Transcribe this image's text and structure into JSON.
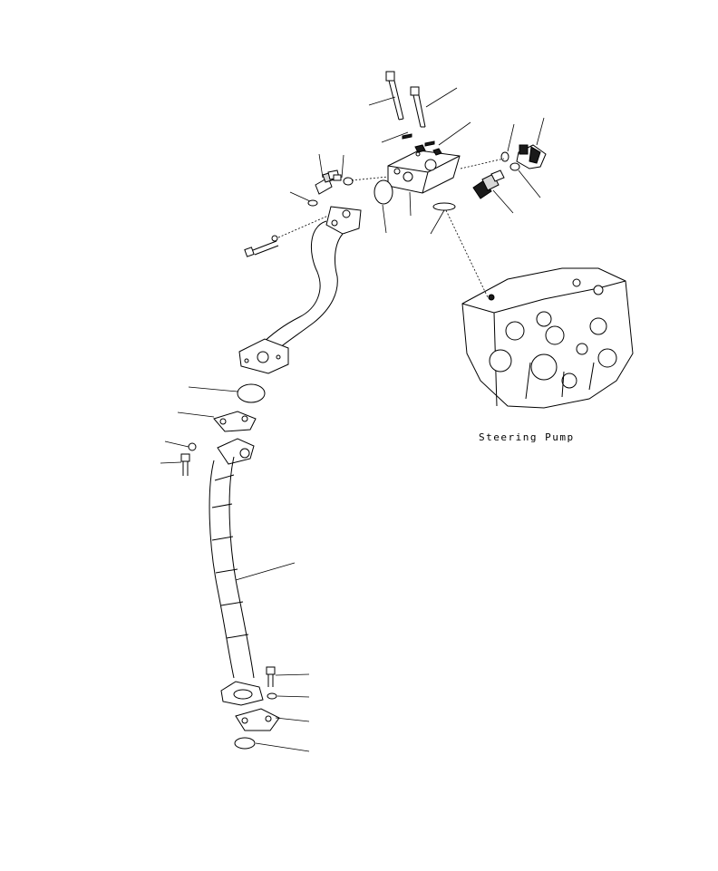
{
  "diagram": {
    "caption": "Steering Pump",
    "parts": [
      "long-bolt",
      "long-bolt",
      "washer",
      "valve-block",
      "elbow-fitting",
      "o-ring",
      "small-o-ring",
      "sensor-switch",
      "pressure-switch",
      "o-ring",
      "o-ring",
      "o-ring",
      "bolt",
      "washer",
      "pipe",
      "o-ring",
      "split-flange",
      "washer",
      "bolt",
      "hose",
      "bolt",
      "washer",
      "split-flange",
      "o-ring",
      "steering-pump"
    ]
  }
}
